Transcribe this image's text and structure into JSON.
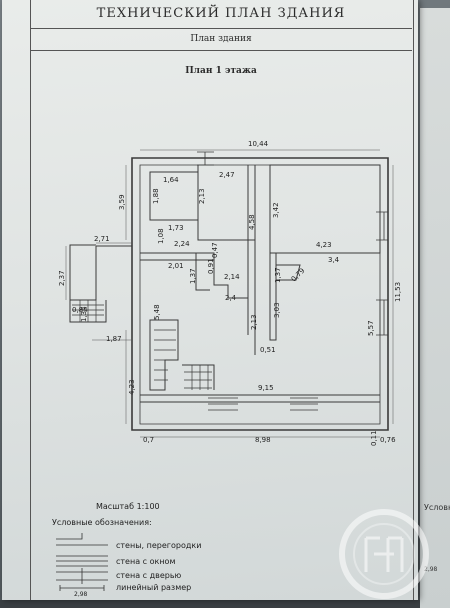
{
  "header": {
    "title": "ТЕХНИЧЕСКИЙ ПЛАН ЗДАНИЯ",
    "subtitle": "План здания",
    "floor_title": "План 1 этажа"
  },
  "plan": {
    "dims": {
      "d_10_44": "10,44",
      "d_1_64": "1,64",
      "d_2_47": "2,47",
      "d_1_88": "1,88",
      "d_2_13a": "2,13",
      "d_3_59": "3,59",
      "d_3_42": "3,42",
      "d_1_73": "1,73",
      "d_4_58": "4,58",
      "d_1_08": "1,08",
      "d_2_24": "2,24",
      "d_2_71": "2,71",
      "d_0_47": "0,47",
      "d_4_23a": "4,23",
      "d_3_4": "3,4",
      "d_2_01": "2,01",
      "d_0_91": "0,91",
      "d_2_37": "2,37",
      "d_1_37": "1,37",
      "d_2_14": "2,14",
      "d_1_37b": "1,37",
      "d_0_79": "0,79",
      "d_2_4": "2,4",
      "d_11_53": "11,53",
      "d_0_84": "0,84",
      "d_1_34": "1,34",
      "d_5_48": "5,48",
      "d_3_03": "3,03",
      "d_2_13b": "2,13",
      "d_5_57": "5,57",
      "d_1_87": "1,87",
      "d_0_51": "0,51",
      "d_4_23b": "4,23",
      "d_9_15": "9,15",
      "d_0_7": "0,7",
      "d_8_98": "8,98",
      "d_0_11": "0,11",
      "d_0_76": "0,76"
    }
  },
  "footer": {
    "scale": "Масштаб 1:100",
    "legend_title": "Условные обозначения:",
    "legend": [
      "стены, перегородки",
      "стена с окном",
      "стена с дверью",
      "линейный размер"
    ],
    "legend_sample_value": "2,98"
  },
  "side_sheet": {
    "text": "Условные",
    "value": "2,98"
  }
}
